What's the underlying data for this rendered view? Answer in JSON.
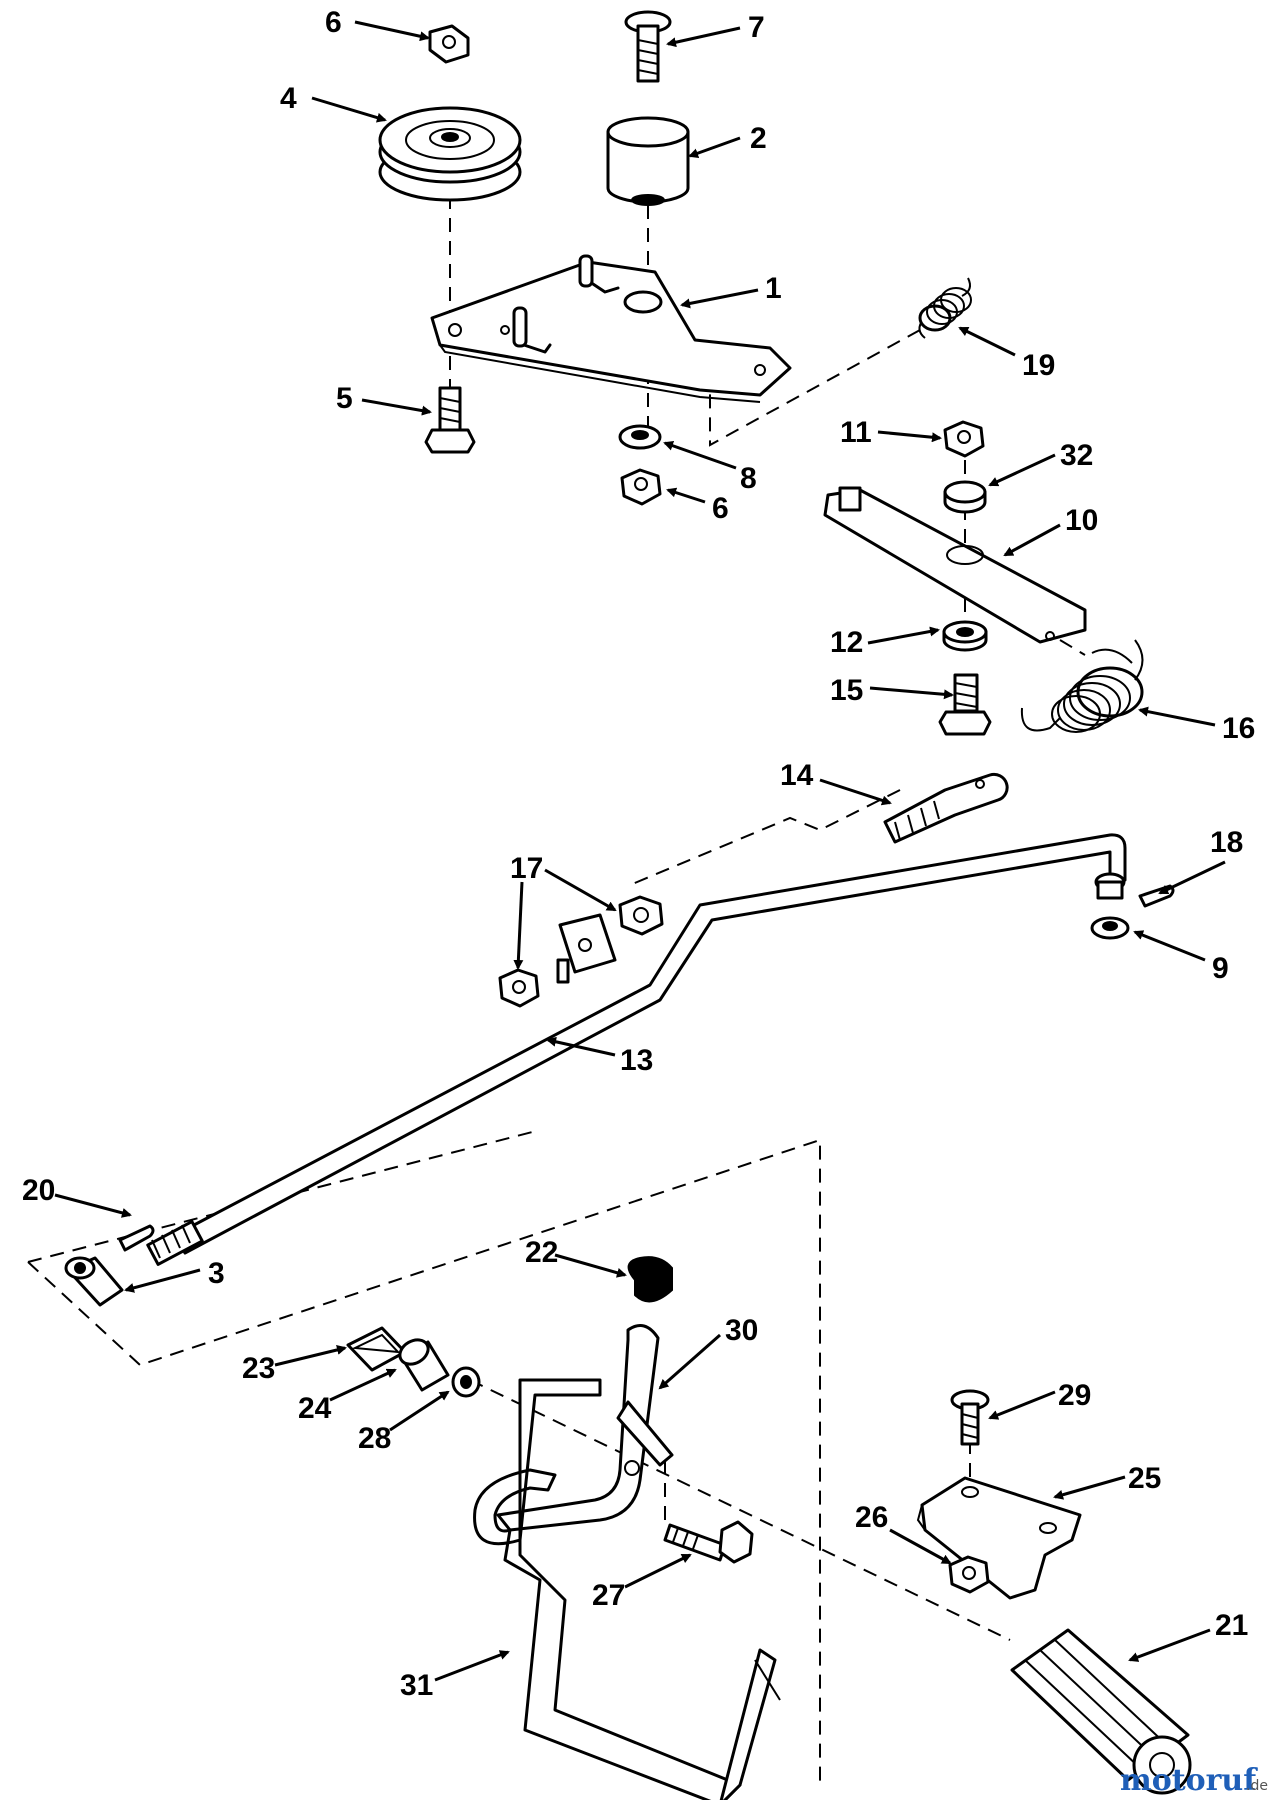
{
  "callouts": {
    "c1": "1",
    "c2": "2",
    "c3": "3",
    "c4": "4",
    "c5": "5",
    "c6a": "6",
    "c6b": "6",
    "c7": "7",
    "c8": "8",
    "c9": "9",
    "c10": "10",
    "c11": "11",
    "c12": "12",
    "c13": "13",
    "c14": "14",
    "c15": "15",
    "c16": "16",
    "c17": "17",
    "c18": "18",
    "c19": "19",
    "c20": "20",
    "c21": "21",
    "c22": "22",
    "c23": "23",
    "c24": "24",
    "c25": "25",
    "c26": "26",
    "c27": "27",
    "c28": "28",
    "c29": "29",
    "c30": "30",
    "c31": "31",
    "c32": "32"
  },
  "watermark": {
    "brand": "motoruf",
    "suffix": ".de"
  },
  "colors": {
    "ink": "#000000",
    "background": "#ffffff",
    "watermark_blue": "#1f5fb8",
    "watermark_orange": "#e07b1a"
  }
}
